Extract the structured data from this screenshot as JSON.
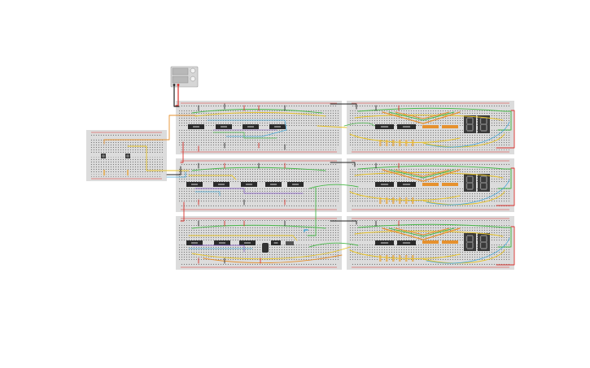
{
  "app": {
    "type": "breadboard circuit simulator canvas"
  },
  "colors": {
    "background": "#ffffff",
    "breadboard": "#dcdcdc",
    "hole": "#6f6f6f",
    "rail_red": "#d9312b",
    "rail_blue": "#2d2d2d",
    "chip": "#2b2b2b",
    "display": "#3a3a3a",
    "wire_red": "#d9312b",
    "wire_green": "#49b84a",
    "wire_yellow": "#e6c229",
    "wire_orange": "#e6912e",
    "wire_blue": "#46a9d8",
    "wire_black": "#222222",
    "wire_purple": "#7a4ec2"
  },
  "components": {
    "power_supply": {
      "icon": "power-supply-icon"
    },
    "breadboards": [
      {
        "id": "bb-small",
        "icon": "breadboard-icon"
      },
      {
        "id": "bb-r1-left",
        "icon": "breadboard-icon"
      },
      {
        "id": "bb-r1-right",
        "icon": "breadboard-icon"
      },
      {
        "id": "bb-r2-left",
        "icon": "breadboard-icon"
      },
      {
        "id": "bb-r2-right",
        "icon": "breadboard-icon"
      },
      {
        "id": "bb-r3-left",
        "icon": "breadboard-icon"
      },
      {
        "id": "bb-r3-right",
        "icon": "breadboard-icon"
      }
    ],
    "push_buttons": [
      {
        "id": "button-1",
        "icon": "push-button-icon"
      },
      {
        "id": "button-2",
        "icon": "push-button-icon"
      }
    ],
    "ic_chip_count": 21,
    "seven_segment_displays": [
      {
        "id": "display-r1",
        "digits": 2,
        "icon": "seven-segment-display-icon"
      },
      {
        "id": "display-r2",
        "digits": 2,
        "icon": "seven-segment-display-icon"
      },
      {
        "id": "display-r3",
        "digits": 2,
        "icon": "seven-segment-display-icon"
      }
    ]
  }
}
